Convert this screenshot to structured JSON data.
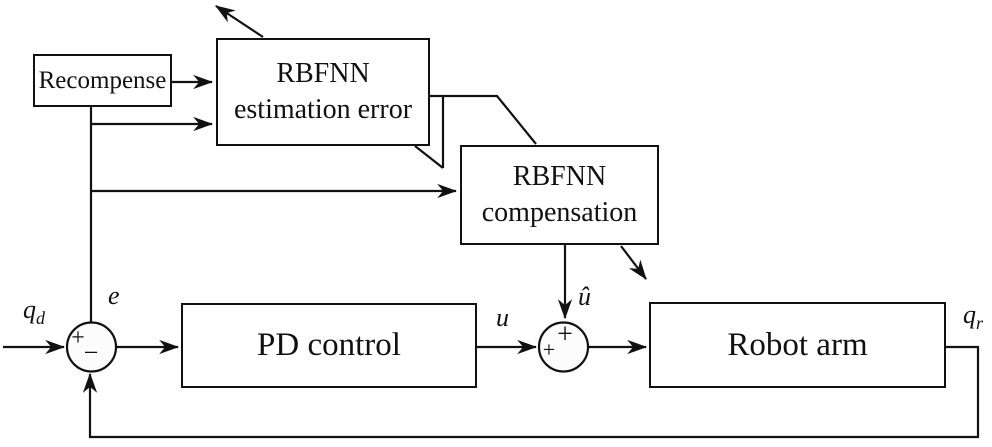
{
  "figure": {
    "background": "#ffffff",
    "line_color": "#111111",
    "blocks": {
      "recompense": {
        "label": "Recompense"
      },
      "rbfnn_estimation": {
        "line1": "RBFNN",
        "line2": "estimation error"
      },
      "rbfnn_compensation": {
        "line1": "RBFNN",
        "line2": "compensation"
      },
      "pd_control": {
        "label": "PD control"
      },
      "robot_arm": {
        "label": "Robot arm"
      }
    },
    "signals": {
      "qd": {
        "base": "q",
        "sub": "d"
      },
      "e": "e",
      "u": "u",
      "u_hat": "û",
      "qr": {
        "base": "q",
        "sub": "r"
      }
    },
    "junctions": {
      "sum1": {
        "plus": "+",
        "minus": "−"
      },
      "sum2": {
        "plus_top": "+",
        "plus_left": "+"
      }
    }
  }
}
